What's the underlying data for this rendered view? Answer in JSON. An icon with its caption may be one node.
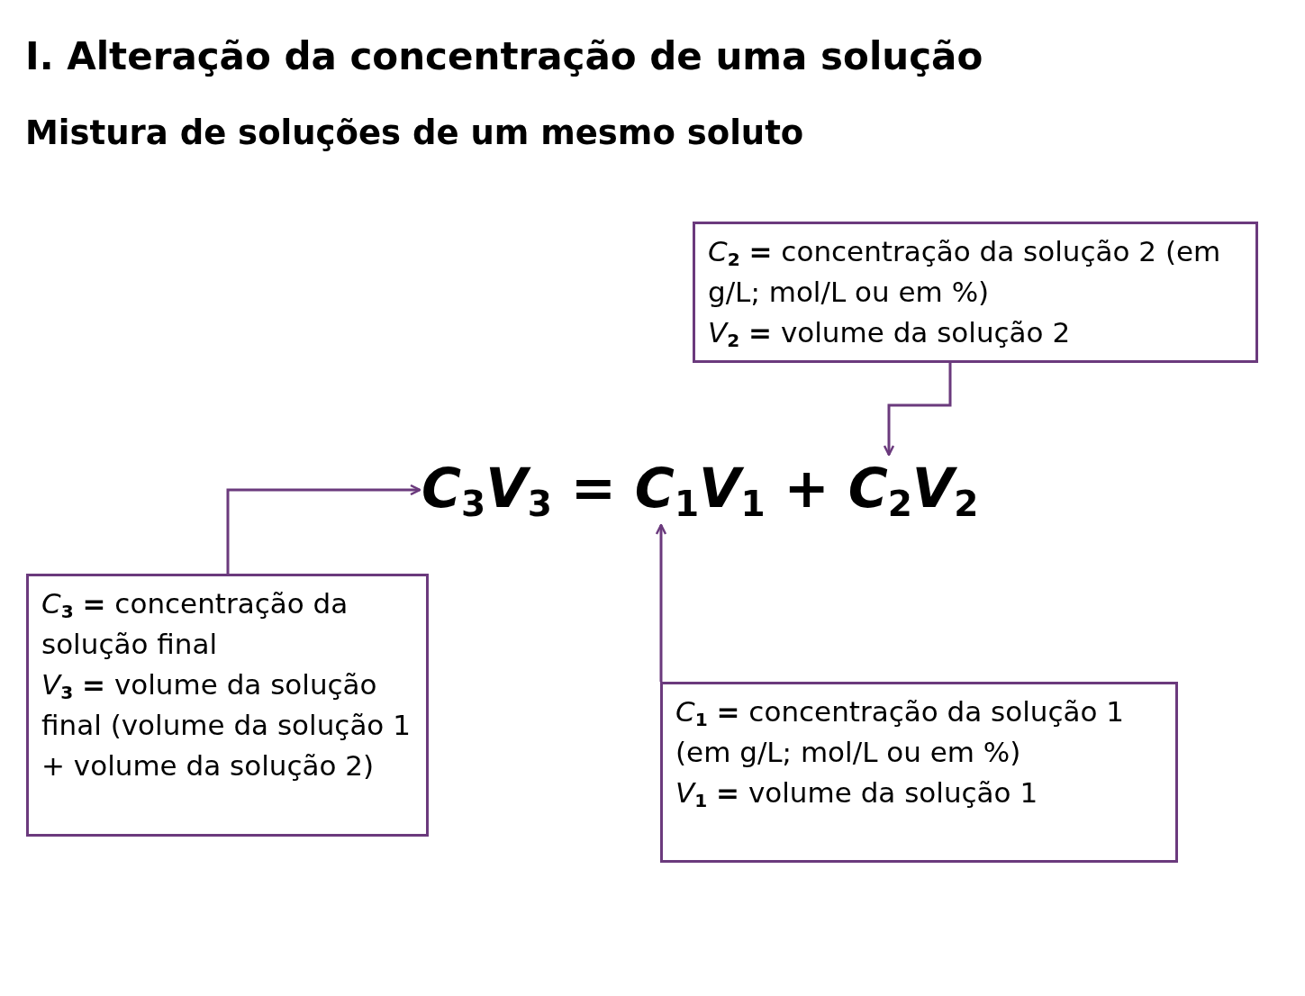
{
  "diagram": {
    "title": "I. Alteração da concentração de uma solução",
    "caption": "Mistura de soluções de um mesmo soluto",
    "nodes": [
      {
        "text": [
          "*C*$_{2}$ **=** concentração da solução 2 (em g/L; mol/L ou em %)",
          "*V*$_{2}$ **=** volume da solução 2"
        ]
      },
      {
        "text": [
          "*C*$_{3}$*V*$_{3}$ = *C*$_{1}$*V*$_{1}$ + *C*$_{2}$*V*$_{2}$"
        ]
      },
      {
        "text": [
          "*C*$_{3}$ **=** concentração da solução final",
          "*V*$_{3}$ **=** volume da solução final (volume da solução 1 + volume da solução 2)"
        ]
      },
      {
        "text": [
          "*C*$_{1}$ **=** concentração da solução 1 (em g/L; mol/L ou em %)",
          "*V*$_{1}$ **=** volume da solução 1"
        ]
      }
    ],
    "edges": [
      {
        "from": 0,
        "to": 1,
        "arrow": "to"
      },
      {
        "from": 2,
        "to": 1,
        "arrow": "to"
      },
      {
        "from": 3,
        "to": 1,
        "arrow": "to"
      }
    ]
  }
}
